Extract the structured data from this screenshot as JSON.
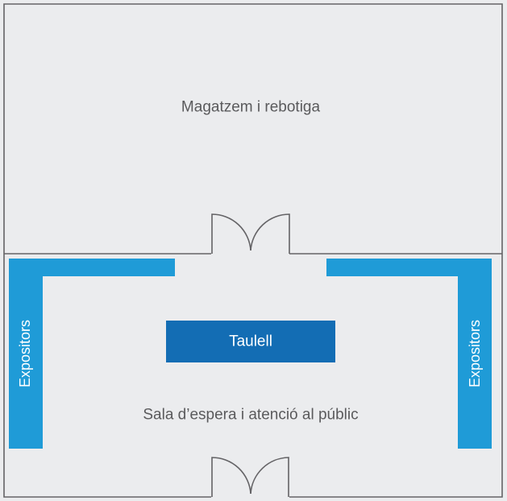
{
  "rooms": {
    "storage": "Magatzem i rebotiga",
    "waiting": "Sala d’espera i atenció al públic"
  },
  "furniture": {
    "counter": "Taulell",
    "display_left": "Expositors",
    "display_right": "Expositors"
  },
  "colors": {
    "background": "#ebecee",
    "wall": "#646366",
    "display": "#1f9bd7",
    "counter": "#136db4",
    "label": "#5a5a5c"
  }
}
